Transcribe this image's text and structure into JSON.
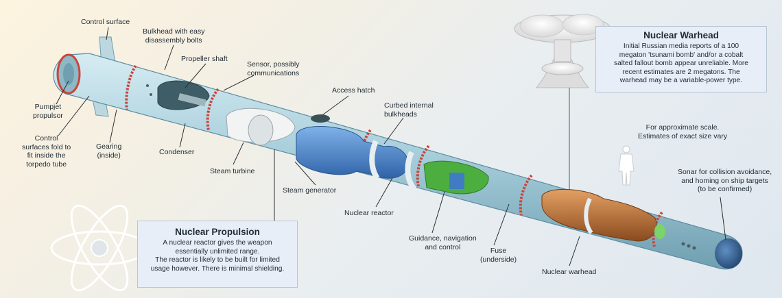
{
  "labels": {
    "control_surface": "Control surface",
    "bulkhead_bolts": "Bulkhead with easy\ndisassembly bolts",
    "propeller_shaft": "Propeller shaft",
    "sensor": "Sensor, possibly\ncommunications",
    "access_hatch": "Access hatch",
    "curbed_bulkheads": "Curbed internal\nbulkheads",
    "pumpjet": "Pumpjet\npropulsor",
    "control_fold": "Control\nsurfaces fold to\nfit inside the\ntorpedo tube",
    "gearing": "Gearing\n(inside)",
    "condenser": "Condenser",
    "steam_turbine": "Steam turbine",
    "steam_generator": "Steam generator",
    "nuclear_reactor": "Nuclear reactor",
    "guidance": "Guidance, navigation\nand control",
    "fuse": "Fuse\n(underside)",
    "nuclear_warhead_label": "Nuclear warhead",
    "scale": "For approximate scale.\nEstimates of exact size vary",
    "sonar": "Sonar for collision avoidance,\nand homing on ship targets\n(to be confirmed)"
  },
  "propulsion_box": {
    "title": "Nuclear Propulsion",
    "text": "A nuclear reactor gives the weapon\nessentially unlimited range.\nThe reactor is likely to be built for limited\nusage however. There is minimal shielding."
  },
  "warhead_box": {
    "title": "Nuclear Warhead",
    "text": "Initial Russian media reports of a 100\nmegaton 'tsunami bomb' and/or a cobalt\nsalted fallout bomb appear unreliable. More\nrecent estimates are 2 megatons. The\nwarhead may be a variable-power type."
  },
  "colors": {
    "hull": "#a9cfdc",
    "hull_dark": "#6f9fb0",
    "bulkhead_red": "#c8463c",
    "steam_generator": "#3f7cc4",
    "guidance_green": "#4cae3f",
    "warhead_copper": "#b8692f",
    "sonar_nose": "#2e5a8c",
    "leader": "#2b2f33"
  }
}
